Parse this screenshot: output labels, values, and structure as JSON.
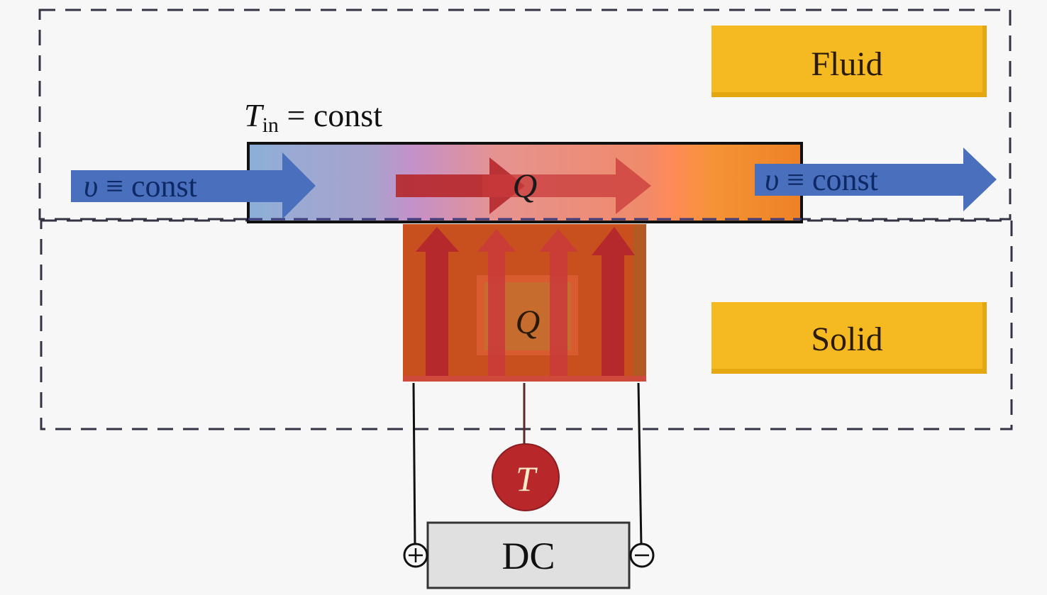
{
  "diagram": {
    "regions": {
      "fluid": {
        "label": "Fluid"
      },
      "solid": {
        "label": "Solid"
      }
    },
    "inlet_condition": {
      "symbol": "T",
      "subscript": "in",
      "rest": " = const"
    },
    "inlet_velocity": {
      "symbol": "υ",
      "rest": " ≡ const"
    },
    "outlet_velocity": {
      "symbol": "υ",
      "rest": " ≡ const"
    },
    "channel_heat": {
      "symbol": "Q"
    },
    "solid_heat": {
      "symbol": "Q"
    },
    "thermometer": {
      "symbol": "T"
    },
    "power_supply": {
      "label": "DC",
      "positive_terminal": "+",
      "negative_terminal": "−"
    },
    "colors": {
      "region_label_fill": "#f5b921",
      "inlet_arrow": "#4a6fbd",
      "heat_arrow": "#b5282b",
      "solid_block": "#c8501f",
      "thermometer_fill": "#b8282b",
      "dc_fill": "#e0e0e0",
      "channel_gradient": [
        "#8ab0d8",
        "#a7a3cd",
        "#c591c9",
        "#e69390",
        "#ff8a5b",
        "#f08a2f",
        "#ee8125"
      ]
    }
  }
}
